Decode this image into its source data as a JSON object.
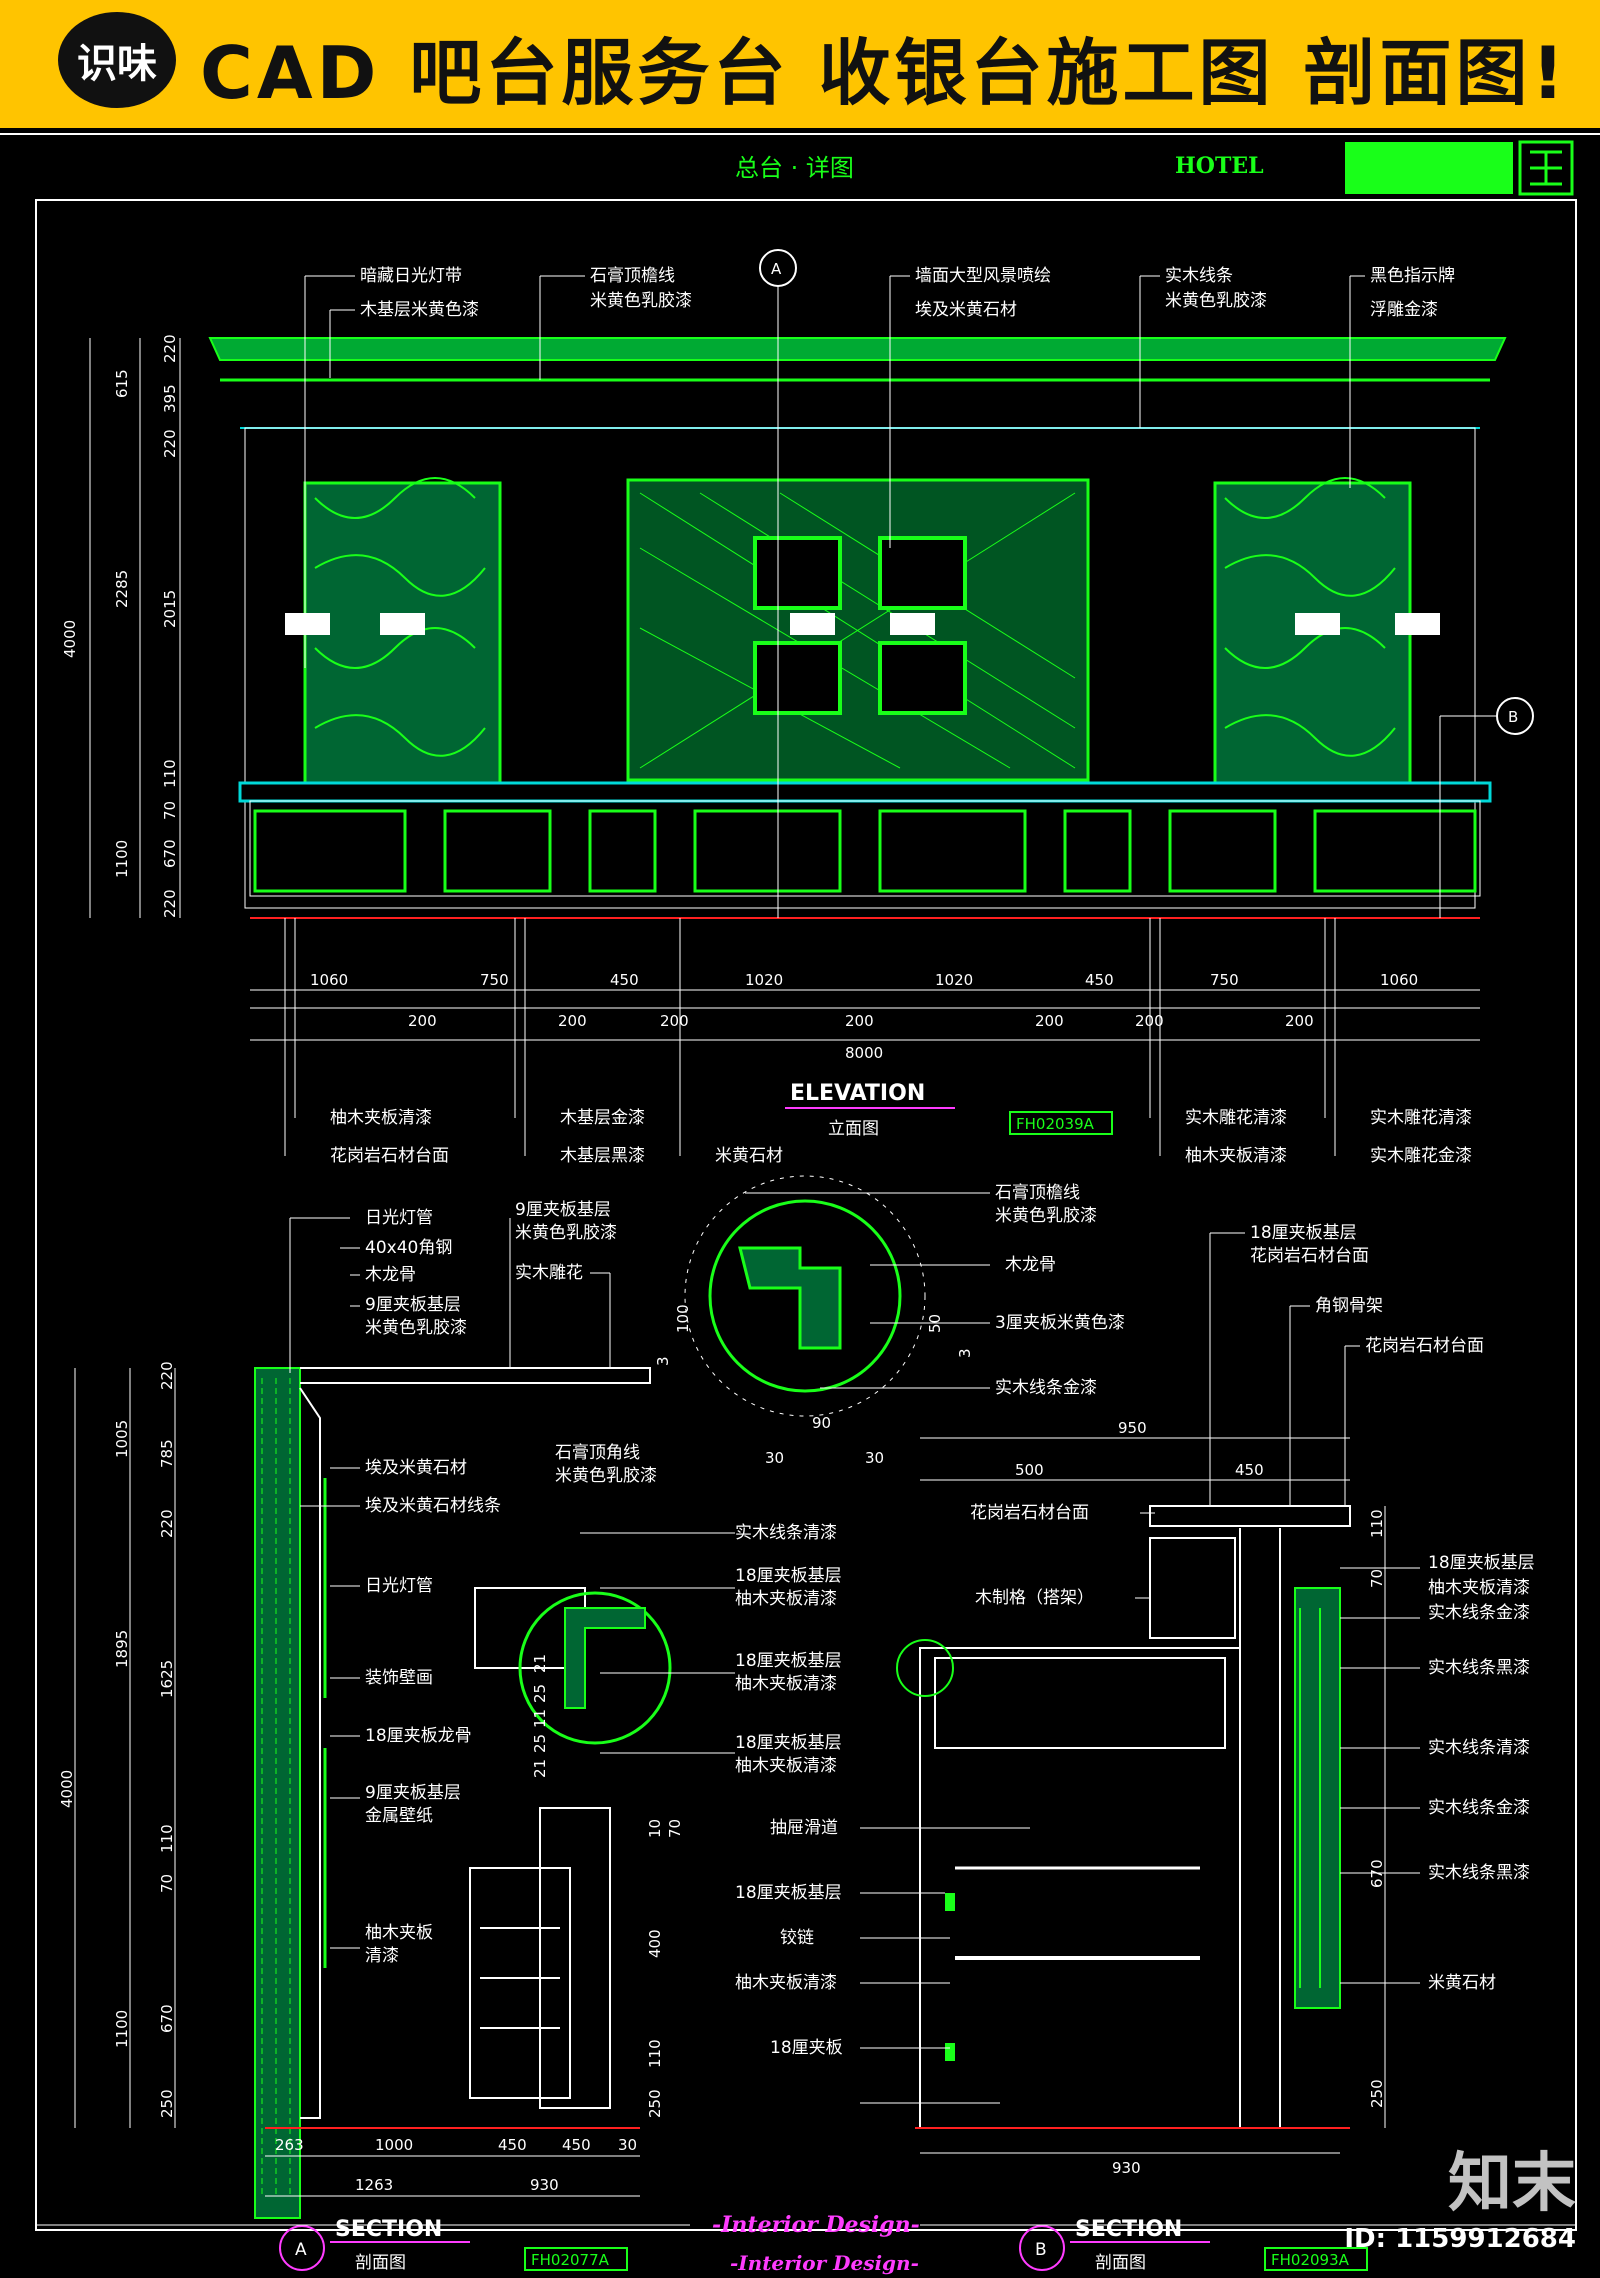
{
  "header": {
    "badge": "识味",
    "title": "CAD 吧台服务台 收银台施工图 剖面图!"
  },
  "sheet": {
    "title": "总台 · 详图",
    "hotel": "HOTEL",
    "footer1": "-Interior Design-",
    "footer2": "-Interior Design-"
  },
  "elevation": {
    "title_en": "ELEVATION",
    "title_cn": "立面图",
    "code": "FH02039A",
    "marker_a": "A",
    "marker_b": "B",
    "top_labels": [
      "暗藏日光灯带",
      "木基层米黄色漆",
      "石膏顶檐线",
      "米黄色乳胶漆",
      "墙面大型风景喷绘",
      "埃及米黄石材",
      "实木线条",
      "米黄色乳胶漆",
      "黑色指示牌",
      "浮雕金漆"
    ],
    "bottom_labels": [
      "柚木夹板清漆",
      "花岗岩石材台面",
      "木基层金漆",
      "木基层黑漆",
      "米黄石材",
      "实木雕花清漆",
      "柚木夹板清漆",
      "实木雕花清漆",
      "实木雕花金漆"
    ],
    "left_dims": [
      "615",
      "220",
      "395",
      "220",
      "2285",
      "2015",
      "110",
      "70",
      "1100",
      "670",
      "220",
      "4000"
    ],
    "bottom_dims": [
      "1060",
      "200",
      "750",
      "200",
      "450",
      "200",
      "1020",
      "200",
      "1020",
      "200",
      "450",
      "200",
      "750",
      "200",
      "1060",
      "8000"
    ]
  },
  "section_a": {
    "title_en": "SECTION",
    "title_cn": "剖面图",
    "marker": "A",
    "code": "FH02077A",
    "labels": [
      "日光灯管",
      "40x40角钢",
      "木龙骨",
      "9厘夹板基层",
      "米黄色乳胶漆",
      "9厘夹板基层",
      "米黄色乳胶漆",
      "实木雕花",
      "埃及米黄石材",
      "埃及米黄石材线条",
      "石膏顶角线",
      "米黄色乳胶漆",
      "日光灯管",
      "装饰壁画",
      "18厘夹板龙骨",
      "9厘夹板基层",
      "金属壁纸",
      "柚木夹板",
      "清漆"
    ],
    "detail_labels": [
      "石膏顶檐线",
      "米黄色乳胶漆",
      "木龙骨",
      "3厘夹板米黄色漆",
      "实木线条金漆"
    ],
    "left_dims": [
      "220",
      "1005",
      "785",
      "220",
      "1895",
      "1625",
      "110",
      "70",
      "1100",
      "670",
      "250",
      "4000"
    ],
    "detail_dims": [
      "100",
      "30",
      "90",
      "30",
      "3",
      "50",
      "3"
    ],
    "bottom_dims": [
      "263",
      "1000",
      "450",
      "450",
      "30",
      "1263",
      "930"
    ],
    "right_dims": [
      "10",
      "70",
      "400",
      "110",
      "250"
    ]
  },
  "section_b": {
    "title_en": "SECTION",
    "title_cn": "剖面图",
    "marker": "B",
    "code": "FH02093A",
    "labels": [
      "18厘夹板基层",
      "花岗岩石材台面",
      "角钢骨架",
      "花岗岩石材台面",
      "花岗岩石材台面",
      "木制格（搭架）",
      "实木线条清漆",
      "18厘夹板基层",
      "柚木夹板清漆",
      "18厘夹板基层",
      "柚木夹板清漆",
      "18厘夹板基层",
      "柚木夹板清漆",
      "抽屉滑道",
      "18厘夹板基层",
      "铰链",
      "柚木夹板清漆",
      "18厘夹板"
    ],
    "right_labels": [
      "18厘夹板基层",
      "柚木夹板清漆",
      "实木线条金漆",
      "实木线条黑漆",
      "实木线条清漆",
      "实木线条金漆",
      "实木线条黑漆",
      "米黄石材"
    ],
    "dims": [
      "950",
      "500",
      "450",
      "110",
      "70",
      "670",
      "250",
      "930"
    ],
    "detail_dims": [
      "21",
      "25",
      "11",
      "25",
      "21"
    ]
  },
  "watermark": {
    "logo": "知末",
    "id": "ID: 1159912684"
  }
}
